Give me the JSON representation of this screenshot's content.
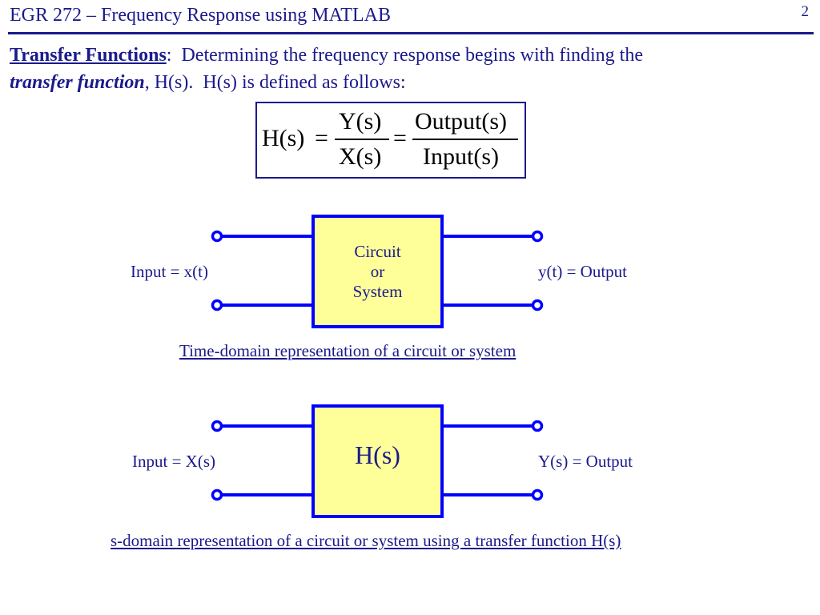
{
  "header": {
    "title": "EGR 272 – Frequency Response using MATLAB",
    "page_number": "2"
  },
  "intro": {
    "heading": "Transfer Functions",
    "colon": ":",
    "text1": "  Determining the frequency response begins with finding the",
    "term": "transfer function",
    "text2": ", H(s).  H(s) is defined as follows:"
  },
  "equation": {
    "lhs": "H(s)",
    "equals1": "=",
    "num1": "Y(s)",
    "den1": "X(s)",
    "equals2": "=",
    "num2": "Output(s)",
    "den2": "Input(s)"
  },
  "time_domain": {
    "box_line1": "Circuit",
    "box_line2": "or",
    "box_line3": "System",
    "input_label": "Input = x(t)",
    "output_label": "y(t) = Output",
    "caption": "Time-domain representation of a circuit or system"
  },
  "s_domain": {
    "box_label": "H(s)",
    "input_label": "Input = X(s)",
    "output_label": "Y(s) = Output",
    "caption": "s-domain representation of a circuit or system using a transfer function H(s)"
  },
  "colors": {
    "text": "#1a1a8c",
    "wire": "#0000ff",
    "box_fill": "#ffff99",
    "box_border": "#0000ff"
  }
}
